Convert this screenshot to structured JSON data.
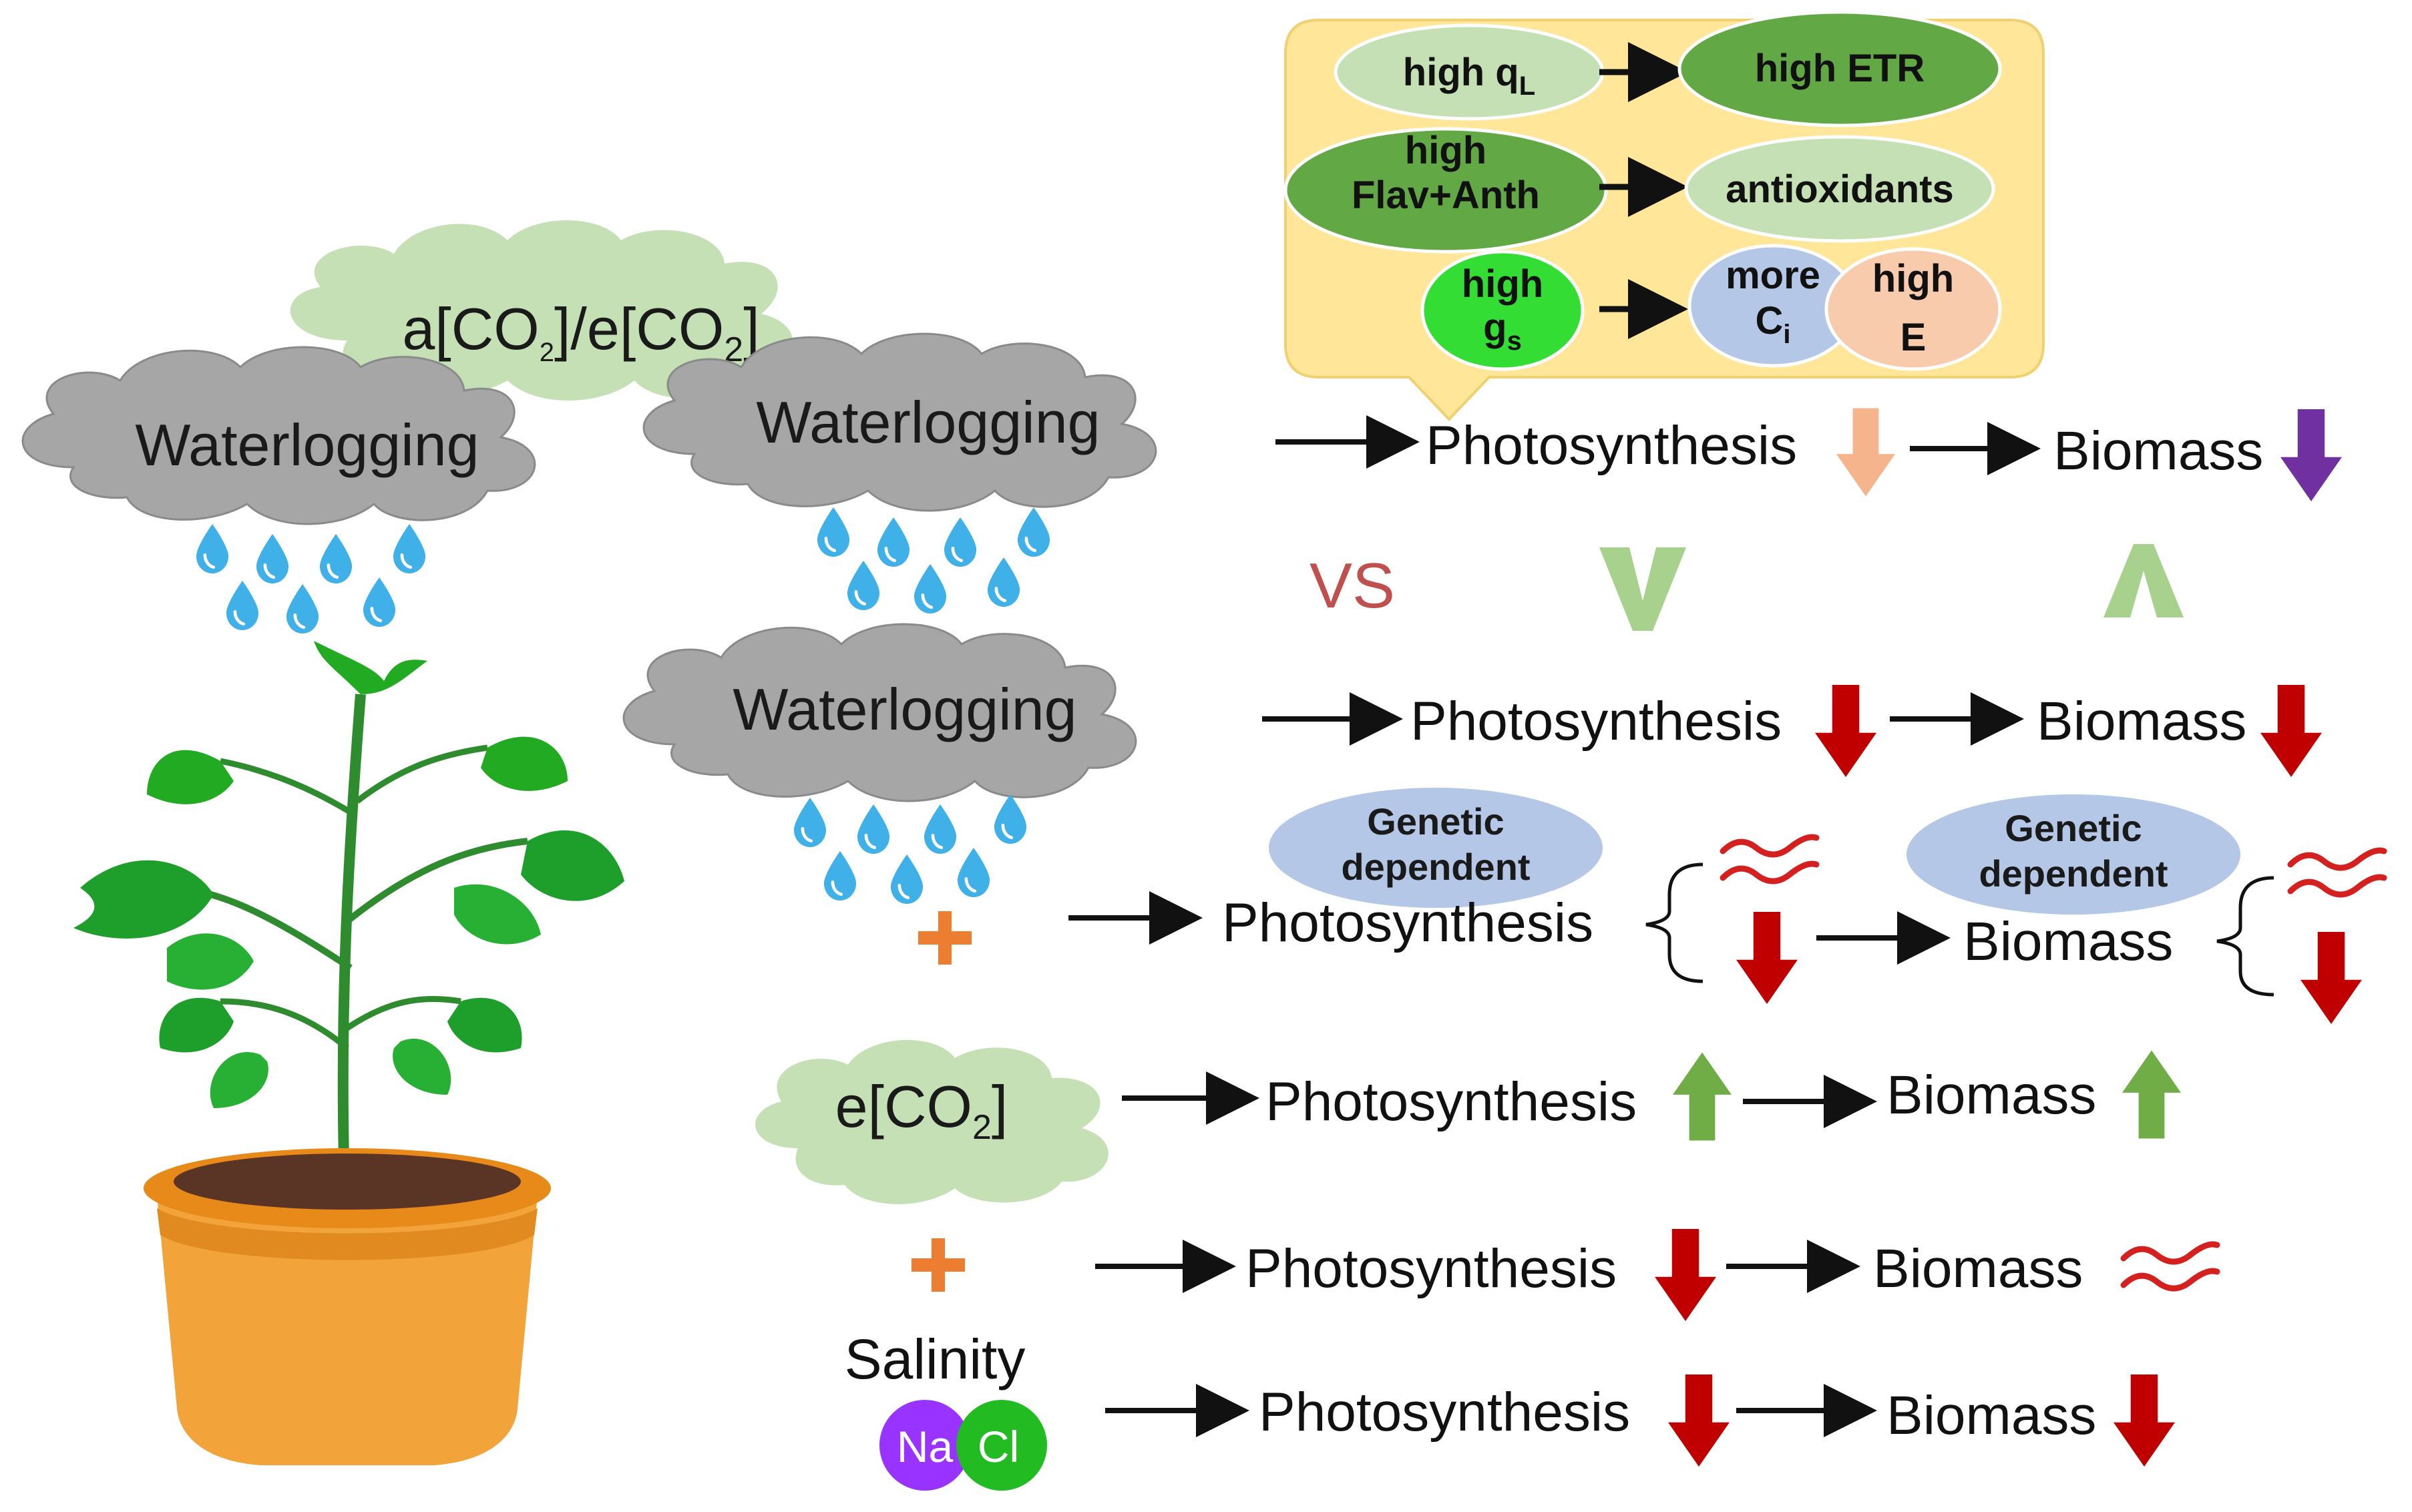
{
  "clouds": {
    "co2_treatment": {
      "pre": "a[CO",
      "mid": "]/e[CO",
      "post": "]",
      "sub": "2"
    },
    "waterlogging_1": "Waterlogging",
    "waterlogging_2": "Waterlogging",
    "waterlogging_3": "Waterlogging",
    "eco2": {
      "pre": "e[CO",
      "post": "]",
      "sub": "2"
    }
  },
  "callout": {
    "row1": {
      "left_main": "high q",
      "left_sub": "L",
      "right": "high ETR"
    },
    "row2": {
      "left_line1": "high",
      "left_line2": "Flav+Anth",
      "right": "antioxidants"
    },
    "row3": {
      "left_line1": "high",
      "left_line2_main": "g",
      "left_line2_sub": "s",
      "mid_line1": "more",
      "mid_line2_main": "C",
      "mid_line2_sub": "i",
      "right_line1": "high",
      "right_line2": "E"
    }
  },
  "rows": {
    "r1": {
      "photo": "Photosynthesis",
      "biomass": "Biomass"
    },
    "r2": {
      "photo": "Photosynthesis",
      "biomass": "Biomass"
    },
    "r3": {
      "photo": "Photosynthesis",
      "biomass": "Biomass",
      "genetic1_line1": "Genetic",
      "genetic1_line2": "dependent",
      "genetic2_line1": "Genetic",
      "genetic2_line2": "dependent"
    },
    "r4": {
      "photo": "Photosynthesis",
      "biomass": "Biomass"
    },
    "r5": {
      "photo": "Photosynthesis",
      "biomass": "Biomass"
    },
    "r6": {
      "photo": "Photosynthesis",
      "biomass": "Biomass"
    }
  },
  "comparison": {
    "vs": "VS",
    "less_than": "V",
    "greater_than": "Λ"
  },
  "salinity": {
    "label": "Salinity",
    "na": "Na",
    "cl": "Cl"
  },
  "colors": {
    "arrow_orange": "#f6b48c",
    "arrow_purple": "#7030a0",
    "arrow_red": "#c00000",
    "arrow_green": "#70ad47",
    "plus_orange": "#ed7d31",
    "cloud_grey": "#a6a6a6",
    "cloud_green": "#c5e0b4",
    "callout_bg": "#ffe699",
    "vs_red": "#c0504d",
    "na_purple": "#9933ff",
    "cl_green": "#22bb22"
  },
  "icons": {
    "droplets": "water-droplet-icon",
    "plant": "potted-plant-icon",
    "decrease": "down-arrow-icon",
    "increase": "up-arrow-icon",
    "approx": "approximately-equal-icon",
    "combine": "plus-icon"
  }
}
